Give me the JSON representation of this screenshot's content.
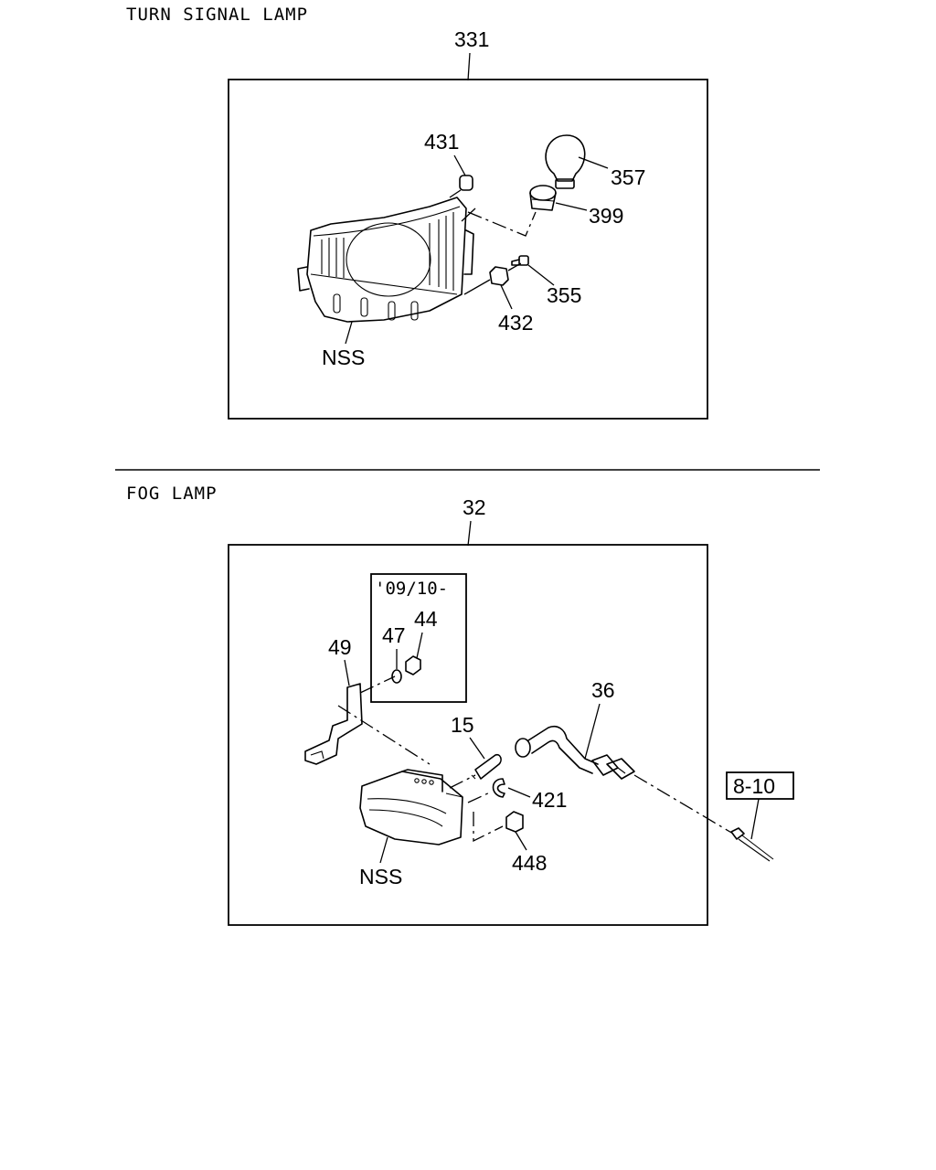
{
  "sections": [
    {
      "title": "TURN SIGNAL LAMP",
      "assembly": "331",
      "callouts": [
        "431",
        "357",
        "399",
        "355",
        "432",
        "NSS"
      ]
    },
    {
      "title": "FOG LAMP",
      "assembly": "32",
      "note": "'09/10-",
      "callouts": [
        "49",
        "47",
        "44",
        "15",
        "36",
        "421",
        "448",
        "NSS"
      ],
      "reference": "8-10"
    }
  ]
}
